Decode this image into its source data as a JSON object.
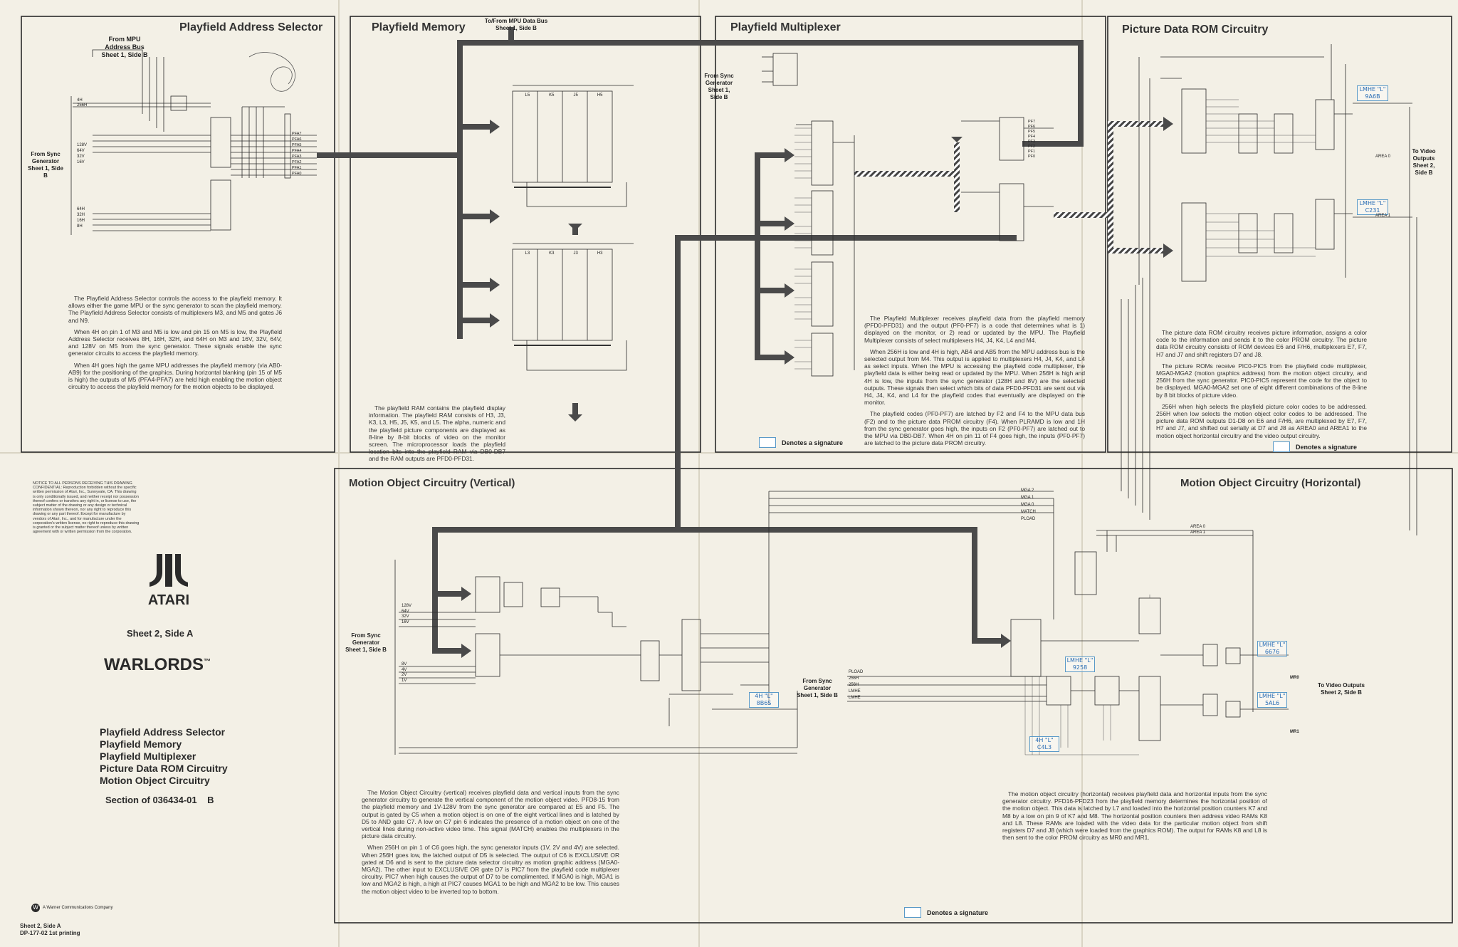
{
  "panels": {
    "pas": {
      "title": "Playfield Address Selector",
      "from_mpu": "From MPU\nAddress Bus\nSheet 1, Side B",
      "from_sync": "From Sync\nGenerator\nSheet 1, Side B",
      "description": [
        "The Playfield Address Selector controls the access to the playfield memory. It allows either the game MPU or the sync generator to scan the playfield memory. The Playfield Address Selector consists of multiplexers M3, and M5 and gates J6 and N9.",
        "When 4H on pin 1 of M3 and M5 is low and pin 15 on M5 is low, the Playfield Address Selector receives 8H, 16H, 32H, and 64H on M3 and 16V, 32V, 64V, and 128V on M5 from the sync generator. These signals enable the sync generator circuits to access the playfield memory.",
        "When 4H goes high the game MPU addresses the playfield memory (via AB0-AB9) for the positioning of the graphics. During horizontal blanking (pin 15 of M5 is high) the outputs of M5 (PFA4-PFA7) are held high enabling the motion object circuitry to access the playfield memory for the motion objects to be displayed."
      ]
    },
    "pm": {
      "title": "Playfield Memory",
      "bus_label": "To/From MPU Data Bus\nSheet 1, Side B",
      "description": [
        "The playfield RAM contains the playfield display information. The playfield RAM consists of H3, J3, K3, L3, H5, J5, K5, and L5. The alpha, numeric and the playfield picture components are displayed as 8-line by 8-bit blocks of video on the monitor screen. The microprocessor loads the playfield location bits into the playfield RAM via DB0-DB7 and the RAM outputs are PFD0-PFD31."
      ]
    },
    "pmux": {
      "title": "Playfield Multiplexer",
      "from_sync": "From Sync\nGenerator\nSheet 1,\nSide B",
      "description": [
        "The Playfield Multiplexer receives playfield data from the playfield memory (PFD0-PFD31) and the output (PF0-PF7) is a code that determines what is 1) displayed on the monitor, or 2) read or updated by the MPU. The Playfield Multiplexer consists of select multiplexers H4, J4, K4, L4 and M4.",
        "When 256H is low and 4H is high, AB4 and AB5 from the MPU address bus is the selected output from M4. This output is applied to multiplexers H4, J4, K4, and L4 as select inputs. When the MPU is accessing the playfield code multiplexer, the playfield data is either being read or updated by the MPU. When 256H is high and 4H is low, the inputs from the sync generator (128H and 8V) are the selected outputs. These signals then select which bits of data PFD0-PFD31 are sent out via H4, J4, K4, and L4 for the playfield codes that eventually are displayed on the monitor.",
        "The playfield codes (PF0-PF7) are latched by F2 and F4 to the MPU data bus (F2) and to the picture data PROM circuitry (F4). When PLRAMD is low and 1H from the sync generator goes high, the inputs on F2 (PF0-PF7) are latched out to the MPU via DB0-DB7. When 4H on pin 11 of F4 goes high, the inputs (PF0-PF7) are latched to the picture data PROM circuitry."
      ],
      "legend": "Denotes a signature"
    },
    "prom": {
      "title": "Picture Data ROM Circuitry",
      "to_video": "To Video\nOutputs\nSheet 2,\nSide B",
      "description": [
        "The picture data ROM circuitry receives picture information, assigns a color code to the information and sends it to the color PROM circuitry. The picture data ROM circuitry consists of ROM devices E6 and F/H6, multiplexers E7, F7, H7 and J7 and shift registers D7 and J8.",
        "The picture ROMs receive PIC0-PIC5 from the playfield code multiplexer, MGA0-MGA2 (motion graphics address) from the motion object circuitry, and 256H from the sync generator. PIC0-PIC5 represent the code for the object to be displayed. MGA0-MGA2 set one of eight different combinations of the 8-line by 8 bit blocks of picture video.",
        "256H when high selects the playfield picture color codes to be addressed. 256H when low selects the motion object color codes to be addressed. The picture data ROM outputs D1-D8 on E6 and F/H6, are multiplexed by E7, F7, H7 and J7, and shifted out serially at D7 and J8 as AREA0 and AREA1 to the motion object horizontal circuitry and the video output circuitry."
      ],
      "legend": "Denotes a signature"
    },
    "mov": {
      "title": "Motion Object Circuitry (Vertical)",
      "from_sync": "From Sync\nGenerator\nSheet 1, Side B",
      "description": [
        "The Motion Object Circuitry (vertical) receives playfield data and vertical inputs from the sync generator circuitry to generate the vertical component of the motion object video. PFD8-15 from the playfield memory and 1V-128V from the sync generator are compared at E5 and F5. The output is gated by C5 when a motion object is on one of the eight vertical lines and is latched by D5 to AND gate C7. A low on C7 pin 6 indicates the presence of a motion object on one of the vertical lines during non-active video time. This signal (MATCH) enables the multiplexers in the picture data circuitry.",
        "When 256H on pin 1 of C6 goes high, the sync generator inputs (1V, 2V and 4V) are selected. When 256H goes low, the latched output of D5 is selected. The output of C6 is EXCLUSIVE OR gated at D6 and is sent to the picture data selector circuitry as motion graphic address (MGA0-MGA2). The other input to EXCLUSIVE OR gate D7 is PIC7 from the playfield code multiplexer circuitry. PIC7 when high causes the output of D7 to be complimented. If MGA0 is high, MGA1 is low and MGA2 is high, a high at PIC7 causes MGA1 to be high and MGA2 to be low. This causes the motion object video to be inverted top to bottom."
      ]
    },
    "moh": {
      "title": "Motion Object Circuitry (Horizontal)",
      "from_sync": "From Sync\nGenerator\nSheet 1, Side B",
      "to_video": "To Video Outputs\nSheet 2, Side B",
      "description": [
        "The motion object circuitry (horizontal) receives playfield data and horizontal inputs from the sync generator circuitry. PFD16-PFD23 from the playfield memory determines the horizontal position of the motion object. This data is latched by L7 and loaded into the horizontal position counters K7 and M8 by a low on pin 9 of K7 and M8. The horizontal position counters then address video RAMs K8 and L8. These RAMs are loaded with the video data for the particular motion object from shift registers D7 and J8 (which were loaded from the graphics ROM). The output for RAMs K8 and L8 is then sent to the color PROM circuitry as MR0 and MR1."
      ],
      "legend": "Denotes a signature"
    }
  },
  "titleblock": {
    "notice": "NOTICE TO ALL PERSONS RECEIVING THIS DRAWING CONFIDENTIAL: Reproduction forbidden without the specific written permission of Atari, Inc., Sunnyvale, CA. This drawing is only conditionally issued, and neither receipt nor possession thereof confers or transfers any right in, or license to use, the subject matter of the drawing or any design or technical information shown thereon, nor any right to reproduce this drawing or any part thereof. Except for manufacture by vendors of Atari, Inc., and for manufacture under the corporation's written license, no right to reproduce this drawing is granted or the subject matter thereof unless by written agreement with or written permission from the corporation.",
    "brand": "ATARI",
    "sheet": "Sheet 2, Side A",
    "game": "WARLORDS",
    "tm": "™",
    "contents": [
      "Playfield Address Selector",
      "Playfield Memory",
      "Playfield Multiplexer",
      "Picture Data ROM Circuitry",
      "Motion Object Circuitry"
    ],
    "section": "Section of 036434-01    B",
    "company": "A Warner Communications Company",
    "footer_line1": "Sheet 2, Side A",
    "footer_line2": "DP-177-02 1st printing"
  },
  "signals": {
    "mo_bus": [
      "MGA 2",
      "MGA 1",
      "MGA 0",
      "MATCH",
      "PLOAD"
    ],
    "area": [
      "AREA 0",
      "AREA 1"
    ],
    "sync_h_inputs": [
      "PLOAD",
      "256H",
      "256H",
      "LMHE",
      "LMHE"
    ],
    "outputs": [
      "MR0",
      "MR1"
    ],
    "pas_inputs": [
      "4H",
      "256H"
    ],
    "pas_sync": [
      "128V",
      "64V",
      "32V",
      "16V"
    ],
    "pas_sync2": [
      "64H",
      "32H",
      "16H",
      "8H"
    ],
    "mov_inputs": [
      "128V",
      "64V",
      "32V",
      "16V",
      "8V",
      "4V",
      "2V",
      "1V"
    ],
    "pfa_out": [
      "PFA7",
      "PFA6",
      "PFA5",
      "PFA4",
      "PFA3",
      "PFA2",
      "PFA1",
      "PFA0"
    ],
    "pf_out": [
      "PF7",
      "PF6",
      "PF5",
      "PF4",
      "PF3",
      "PF2",
      "PF1",
      "PF0"
    ],
    "chips_pm_top": [
      "L5",
      "K5",
      "J5",
      "H5"
    ],
    "chips_pm_bot": [
      "L3",
      "K3",
      "J3",
      "H3"
    ]
  },
  "signatures": [
    "LMHE \"L\"\n9A6B",
    "LMHE \"L\"\nC231",
    "4H \"L\"\n8B6S",
    "LMHE \"L\"\n9258",
    "LMHE \"L\"\n6676",
    "LMHE \"L\"\n5AL6",
    "4H \"L\"\nC4L3"
  ],
  "colors": {
    "paper": "#f3f0e6",
    "ink": "#2a2a2a",
    "bus": "#4a4a4a",
    "signature": "#5a9ac8"
  }
}
